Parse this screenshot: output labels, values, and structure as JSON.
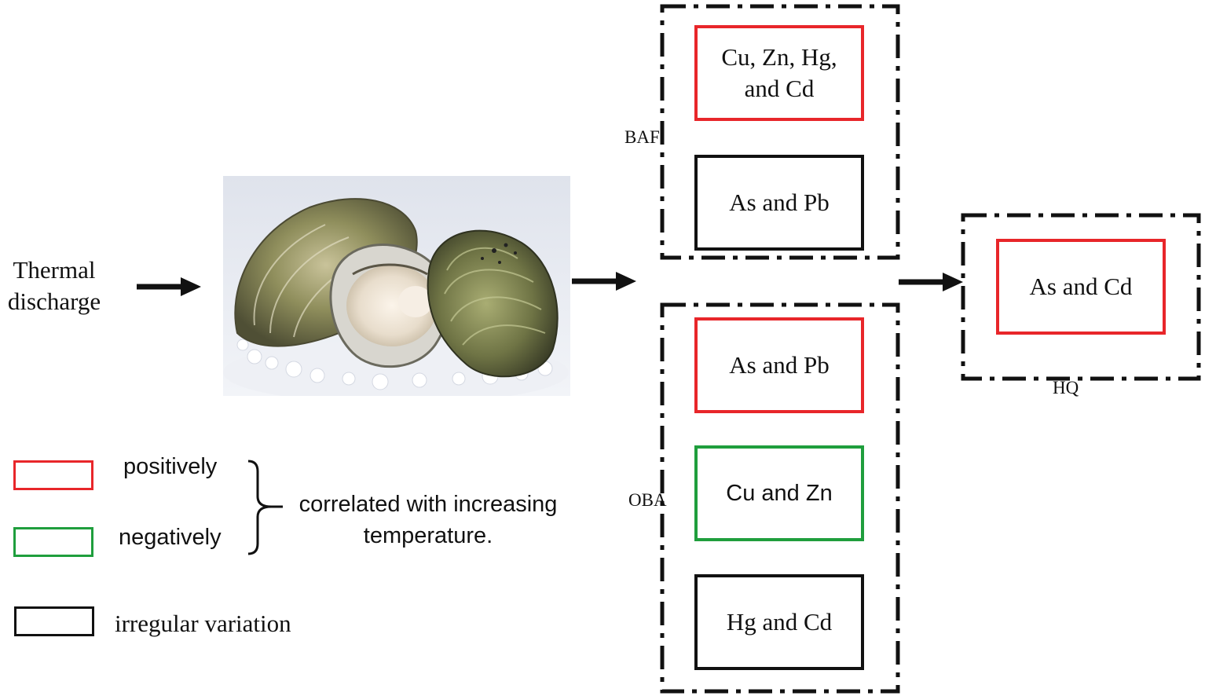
{
  "input": {
    "label_line1": "Thermal",
    "label_line2": "discharge"
  },
  "photo": {
    "subject": "oysters on crushed ice"
  },
  "groups": {
    "baf": {
      "label": "BAF",
      "boxes": [
        {
          "line1": "Cu, Zn, Hg,",
          "line2": "and Cd",
          "status": "positive"
        },
        {
          "line1": "As and Pb",
          "line2": "",
          "status": "irregular"
        }
      ]
    },
    "oba": {
      "label": "OBA",
      "boxes": [
        {
          "line1": "As and Pb",
          "status": "positive"
        },
        {
          "line1": "Cu and Zn",
          "status": "negative"
        },
        {
          "line1": "Hg and Cd",
          "status": "irregular"
        }
      ]
    },
    "hq": {
      "label": "HQ",
      "boxes": [
        {
          "line1": "As and Cd",
          "status": "positive"
        }
      ]
    }
  },
  "legend": {
    "positive": "positively",
    "negative": "negatively",
    "brace_line1": "correlated with increasing",
    "brace_line2": "temperature.",
    "irregular": "irregular variation"
  },
  "colors": {
    "positive": "#e8262a",
    "negative": "#1f9e3d",
    "irregular": "#111111"
  }
}
